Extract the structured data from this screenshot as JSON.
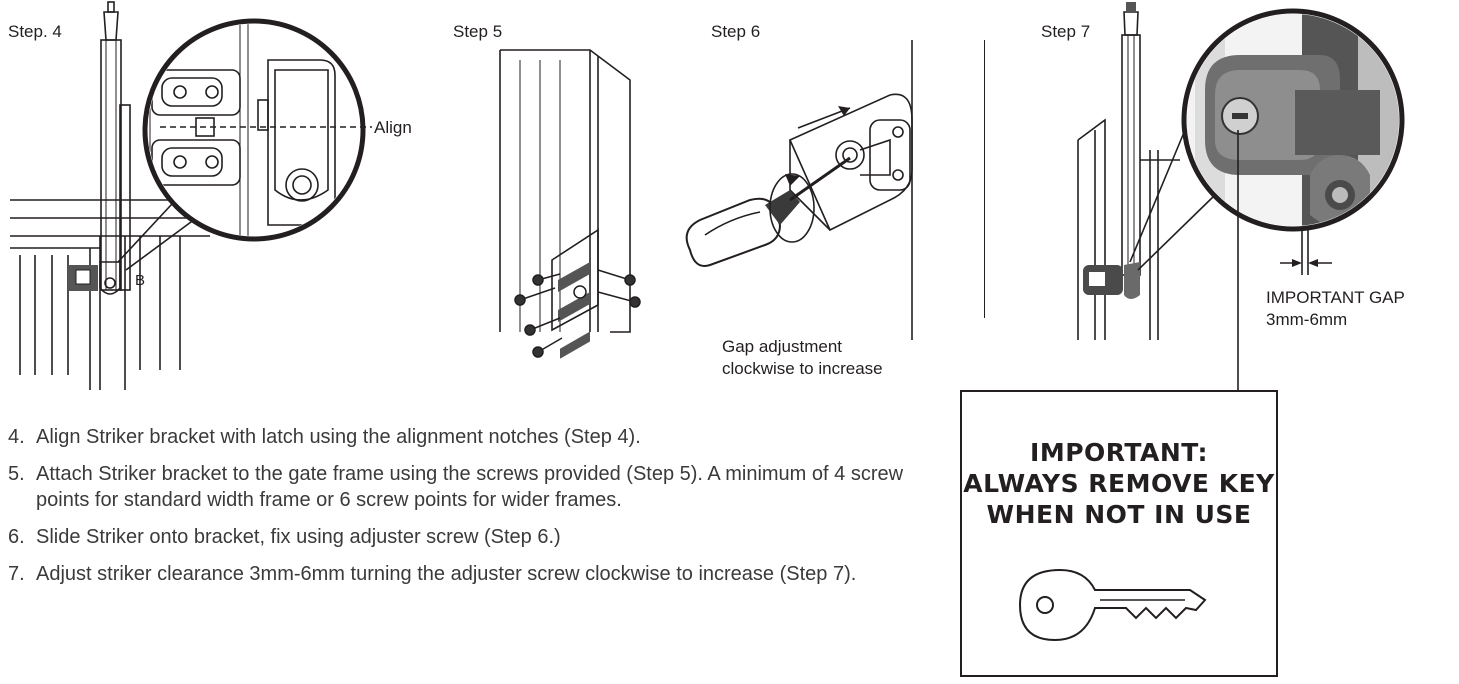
{
  "steps": {
    "step4": "Step. 4",
    "step5": "Step 5",
    "step6": "Step 6",
    "step7": "Step 7"
  },
  "callouts": {
    "align": "Align",
    "b_marker": "B",
    "gap_adjust_line1": "Gap adjustment",
    "gap_adjust_line2": "clockwise to increase",
    "important_gap_line1": "IMPORTANT GAP",
    "important_gap_line2": "3mm-6mm"
  },
  "instructions": [
    {
      "num": "4.",
      "text": "Align Striker bracket with latch using the alignment notches (Step 4)."
    },
    {
      "num": "5.",
      "text": "Attach Striker bracket to the gate frame using the screws provided (Step 5). A minimum of 4 screw points for standard width frame or 6 screw points for wider frames."
    },
    {
      "num": "6.",
      "text": "Slide Striker onto bracket, fix using adjuster screw (Step 6.)"
    },
    {
      "num": "7.",
      "text": "Adjust striker clearance 3mm-6mm turning the adjuster screw clockwise to increase (Step 7)."
    }
  ],
  "warning": {
    "line1": "IMPORTANT:",
    "line2": "ALWAYS REMOVE KEY",
    "line3": "WHEN NOT IN USE"
  },
  "colors": {
    "ink": "#231f20",
    "body_text": "#3a3a3a",
    "hardware_dark": "#4a4a4a",
    "hardware_light": "#8a8a8a"
  }
}
